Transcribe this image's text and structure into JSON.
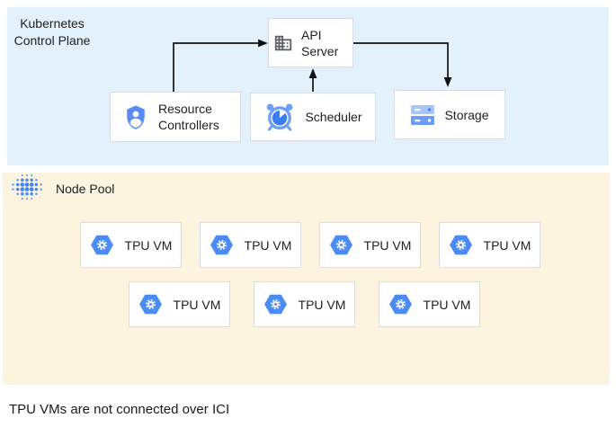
{
  "panels": {
    "control_plane": {
      "label": "Kubernetes Control Plane",
      "bg": "#E2F1FC"
    },
    "node_pool": {
      "label": "Node Pool",
      "bg": "#FCF4DE"
    }
  },
  "nodes": {
    "api_server": {
      "label": "API Server",
      "icon": "building-icon"
    },
    "resource_controllers": {
      "label": "Resource Controllers",
      "icon": "shield-user-icon"
    },
    "scheduler": {
      "label": "Scheduler",
      "icon": "alarm-clock-icon"
    },
    "storage": {
      "label": "Storage",
      "icon": "stacked-disks-icon"
    }
  },
  "edges": [
    {
      "from": "resource_controllers",
      "to": "api_server"
    },
    {
      "from": "scheduler",
      "to": "api_server"
    },
    {
      "from": "api_server",
      "to": "storage"
    }
  ],
  "tpu": {
    "label": "TPU VM",
    "count": 7,
    "rows": [
      4,
      3
    ],
    "icon": "hexagon-gear-icon"
  },
  "node_pool_icon": "dot-grid-icon",
  "footer": {
    "note": "TPU VMs are not connected over ICI"
  },
  "colors": {
    "control_plane_bg": "#E2F1FC",
    "node_pool_bg": "#FCF4DE",
    "box_border": "#DADCE0",
    "accent_blue": "#4285F4",
    "light_blue": "#6D9EF8",
    "pale_blue": "#A6C5FA",
    "icon_gray": "#5F6368",
    "arrow": "#111111",
    "text": "#202124"
  }
}
